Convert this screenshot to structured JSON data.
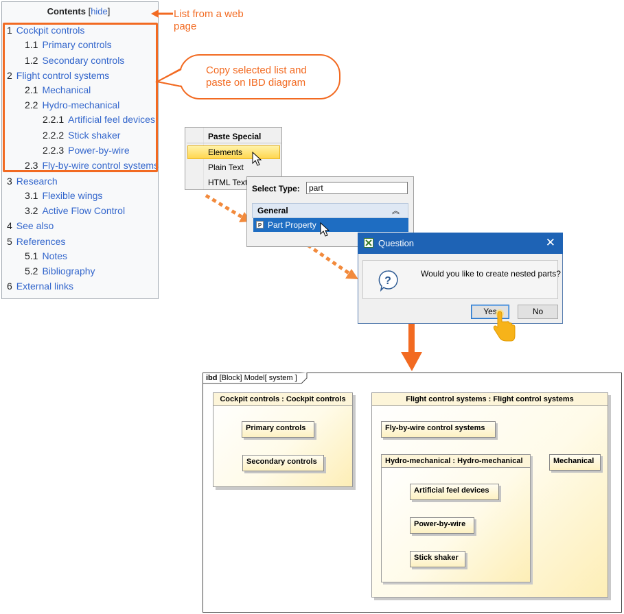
{
  "toc": {
    "title": "Contents",
    "hide_bracket_open": "[",
    "hide_label": "hide",
    "hide_bracket_close": "]",
    "items": [
      {
        "num": "1",
        "label": "Cockpit controls"
      },
      {
        "num": "1.1",
        "label": "Primary controls"
      },
      {
        "num": "1.2",
        "label": "Secondary controls"
      },
      {
        "num": "2",
        "label": "Flight control systems"
      },
      {
        "num": "2.1",
        "label": "Mechanical"
      },
      {
        "num": "2.2",
        "label": "Hydro-mechanical"
      },
      {
        "num": "2.2.1",
        "label": "Artificial feel devices"
      },
      {
        "num": "2.2.2",
        "label": "Stick shaker"
      },
      {
        "num": "2.2.3",
        "label": "Power-by-wire"
      },
      {
        "num": "2.3",
        "label": "Fly-by-wire control systems"
      },
      {
        "num": "3",
        "label": "Research"
      },
      {
        "num": "3.1",
        "label": "Flexible wings"
      },
      {
        "num": "3.2",
        "label": "Active Flow Control"
      },
      {
        "num": "4",
        "label": "See also"
      },
      {
        "num": "5",
        "label": "References"
      },
      {
        "num": "5.1",
        "label": "Notes"
      },
      {
        "num": "5.2",
        "label": "Bibliography"
      },
      {
        "num": "6",
        "label": "External links"
      }
    ]
  },
  "annotations": {
    "list_note_line1": "List from a web",
    "list_note_line2": "page",
    "bubble_line1": "Copy selected list and",
    "bubble_line2": "paste on IBD diagram"
  },
  "paste_menu": {
    "title": "Paste Special",
    "items": [
      "Elements",
      "Plain Text",
      "HTML Text"
    ]
  },
  "select_type": {
    "label": "Select Type:",
    "value": "part",
    "group": "General",
    "result": "Part Property",
    "result_icon": "P"
  },
  "question_dialog": {
    "title": "Question",
    "message": "Would you like to create nested parts?",
    "yes": "Yes",
    "no": "No"
  },
  "ibd": {
    "tab_prefix": "ibd",
    "tab_rest": "[Block] Model",
    "tab_name": "[ system ]",
    "cockpit_title": "Cockpit controls : Cockpit controls",
    "primary": "Primary controls",
    "secondary": "Secondary controls",
    "flight_title": "Flight control systems : Flight control systems",
    "fbw": "Fly-by-wire control systems",
    "hydro_title": "Hydro-mechanical : Hydro-mechanical",
    "mechanical": "Mechanical",
    "artificial": "Artificial feel devices",
    "pbw": "Power-by-wire",
    "stick": "Stick shaker"
  },
  "colors": {
    "accent_orange": "#f26a21",
    "link_blue": "#3366cc",
    "dialog_title_blue": "#1e63b5",
    "selection_blue": "#1e6dc2",
    "menu_highlight": "#ffd64f",
    "part_fill": "#fdeeb6"
  }
}
